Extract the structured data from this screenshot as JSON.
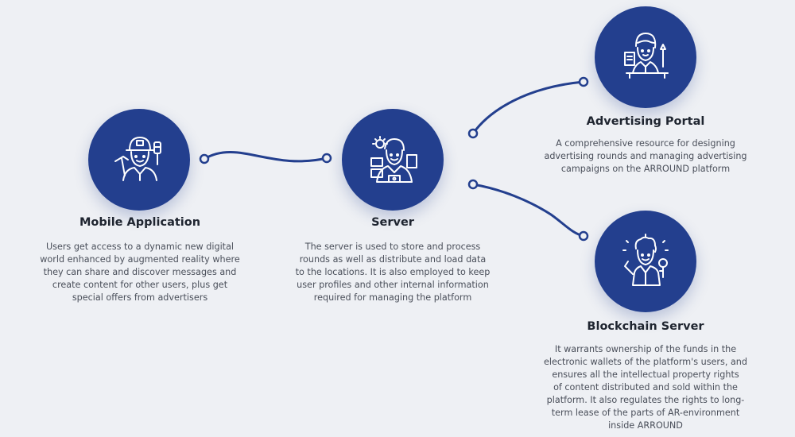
{
  "colors": {
    "background": "#eef0f4",
    "node_fill": "#233f8e",
    "connector": "#233f8e",
    "icon_stroke": "#ffffff"
  },
  "nodes": {
    "mobile": {
      "icon": "worker-with-hardhat-icon",
      "title": "Mobile Application",
      "desc": [
        "Users get access to a dynamic new digital",
        "world enhanced by augmented reality where",
        "they can share and discover messages and",
        "create content for other users, plus get",
        "special offers from advertisers"
      ]
    },
    "server": {
      "icon": "person-with-screens-icon",
      "title": "Server",
      "desc": [
        "The server is used to store and process",
        "rounds as well as distribute and load data",
        "to the locations. It is also employed to keep",
        "user profiles and other internal information",
        "required for managing the platform"
      ]
    },
    "advertising": {
      "icon": "person-at-desk-icon",
      "title": "Advertising Portal",
      "desc": [
        "A comprehensive resource for designing",
        "advertising rounds and managing advertising",
        "campaigns on the ARROUND platform"
      ]
    },
    "blockchain": {
      "icon": "person-with-microphone-icon",
      "title": "Blockchain Server",
      "desc": [
        "It warrants ownership of the funds in the",
        "electronic wallets of the platform's users, and",
        "ensures all the intellectual property rights",
        "of content distributed and sold within the",
        "platform. It also regulates the rights to long-",
        "term lease of the parts of AR-environment",
        "inside ARROUND"
      ]
    }
  }
}
